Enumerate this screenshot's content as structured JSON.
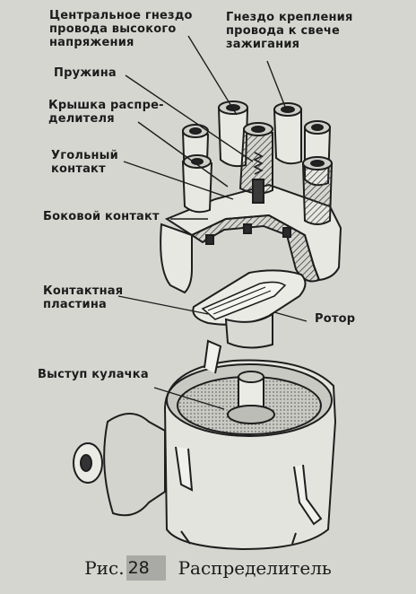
{
  "labels": {
    "central_socket": "Центральное гнездо\nпровода высокого\nнапряжения",
    "plug_socket": "Гнездо крепления\nпровода к  свече\nзажигания",
    "spring": "Пружина",
    "cap": "Крышка распре-\nделителя",
    "carbon_contact": "Угольный\nконтакт",
    "side_contact": "Боковой контакт",
    "contact_plate": "Контактная\nпластина",
    "rotor": "Ротор",
    "cam_lobe": "Выступ кулачка"
  },
  "caption": {
    "prefix": "Рис.",
    "number": "28",
    "title": "Распределитель"
  }
}
